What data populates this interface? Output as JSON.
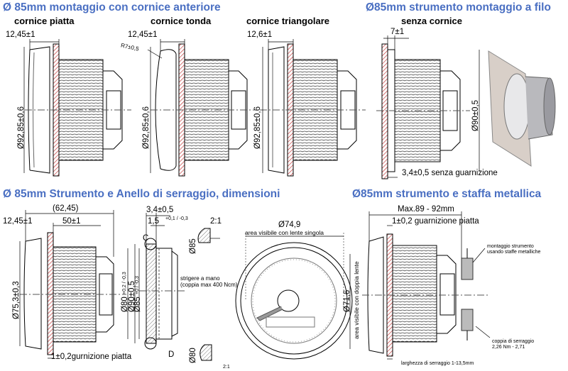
{
  "sections": {
    "frame_mount": {
      "title": "Ø 85mm montaggio con cornice anteriore",
      "variants": [
        {
          "label": "cornice piatta",
          "dim_top": "12,45±1",
          "dim_diameter": "Ø92,85±0,6"
        },
        {
          "label": "cornice tonda",
          "dim_top": "12,45±1",
          "dim_radius": "R7±0,5",
          "dim_diameter": "Ø92,85±0,6"
        },
        {
          "label": "cornice triangolare",
          "dim_top": "12,6±1",
          "dim_diameter": "Ø92,85±0,6"
        }
      ]
    },
    "flush_mount": {
      "title": "Ø85mm strumento montaggio a filo",
      "label": "senza cornice",
      "dim_top": "7±1",
      "dim_diameter": "Ø90±0,5",
      "dim_bottom": "3,4±0,5 senza guarnizione"
    },
    "ring_dimensions": {
      "title": "Ø 85mm Strumento e Anello di serraggio, dimensioni",
      "dim_overall": "(62,45)",
      "dim_bezel": "12,45±1",
      "dim_body": "50±1",
      "dim_front": "Ø75,3±0,3",
      "gasket": "1±0,2gurnizione piatta",
      "ring_top": "3,4±0,5",
      "ring_thickness": "1,5",
      "ring_thickness_tol": "+0,1 / -0,3",
      "ring_d80": "Ø80",
      "ring_d80_tol": "+0,2 / -0,3",
      "ring_d90": "Ø90±0,5",
      "ring_d85": "Ø85",
      "ring_d85_tol": "+0 / -0,3",
      "torque_note_1": "strigere a mano",
      "torque_note_2": "(coppia max 400 Ncm)",
      "scale_top": "2:1",
      "label_c": "C",
      "label_d": "D",
      "detail_c_dia": "Ø85",
      "detail_d_dia": "Ø80",
      "scale_bottom": "2:1"
    },
    "dial": {
      "dim_visible_single": "Ø74,9",
      "label_single": "area visibile con lente singola",
      "dim_visible_double": "Ø71,6",
      "label_double": "area visibile con doppia lente"
    },
    "bracket_mount": {
      "title": "Ø85mm strumento e staffa metallica",
      "dim_overall": "Max.89 - 92mm",
      "gasket": "1±0,2 guarnizione piatta",
      "note_bracket_1": "montaggio strumento",
      "note_bracket_2": "usando staffe metalliche",
      "torque_1": "coppia di serraggio",
      "torque_2": "2,26 Nm - 2,71",
      "clamp_width": "larghezza di serraggio 1-13,5mm"
    }
  }
}
